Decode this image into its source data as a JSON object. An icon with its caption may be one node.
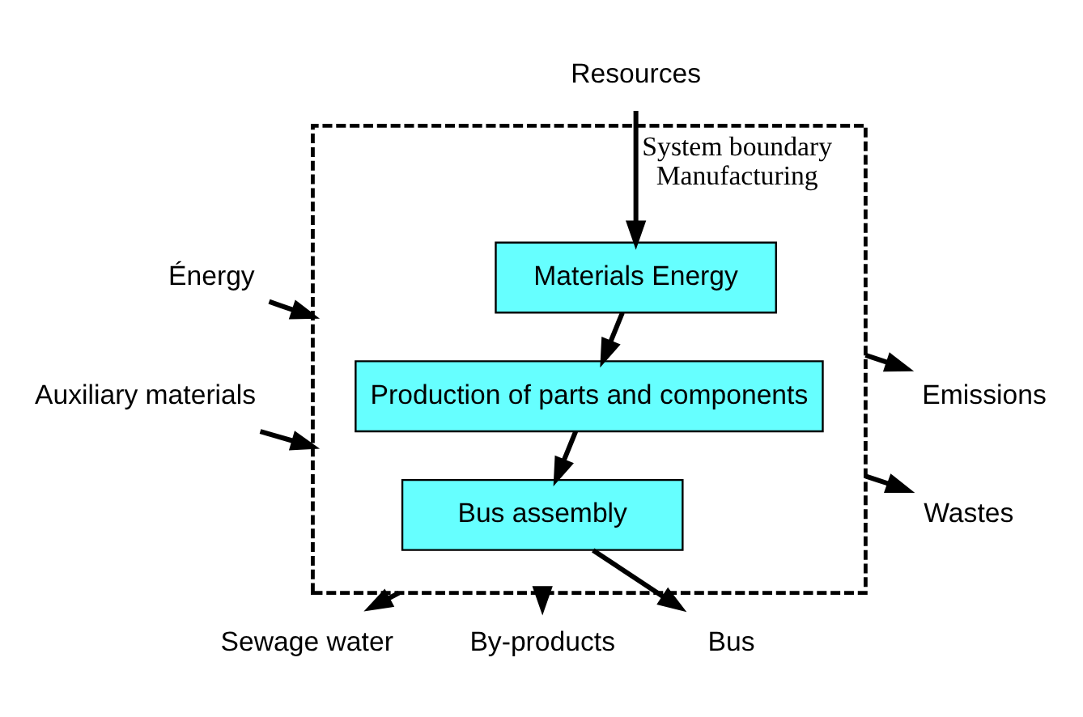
{
  "diagram": {
    "nodes": [
      {
        "text": [
          "System boundary",
          "Manufacturing"
        ]
      },
      {
        "text": [
          "Materials Energy"
        ],
        "in": 0
      },
      {
        "text": [
          "Production of parts and components"
        ],
        "in": 0
      },
      {
        "text": [
          "Bus assembly"
        ],
        "in": 0
      },
      {
        "text": [
          "Resources"
        ]
      },
      {
        "text": [
          "Énergy"
        ]
      },
      {
        "text": [
          "Auxiliary materials"
        ]
      },
      {
        "text": [
          "Emissions"
        ]
      },
      {
        "text": [
          "Wastes"
        ]
      },
      {
        "text": [
          "Sewage water"
        ]
      },
      {
        "text": [
          "By-products"
        ]
      },
      {
        "text": [
          "Bus"
        ]
      }
    ],
    "edges": [
      {
        "from": 4,
        "to": 1,
        "arrow": "to"
      },
      {
        "from": 1,
        "to": 2,
        "arrow": "to"
      },
      {
        "from": 2,
        "to": 3,
        "arrow": "to"
      },
      {
        "from": 3,
        "to": 11,
        "arrow": "to"
      },
      {
        "from": 5,
        "to": 0,
        "arrow": "to"
      },
      {
        "from": 6,
        "to": 0,
        "arrow": "to"
      },
      {
        "from": 0,
        "to": 7,
        "arrow": "to"
      },
      {
        "from": 0,
        "to": 8,
        "arrow": "to"
      },
      {
        "from": 0,
        "to": 9,
        "arrow": "to"
      },
      {
        "from": 0,
        "to": 10,
        "arrow": "to"
      }
    ]
  }
}
